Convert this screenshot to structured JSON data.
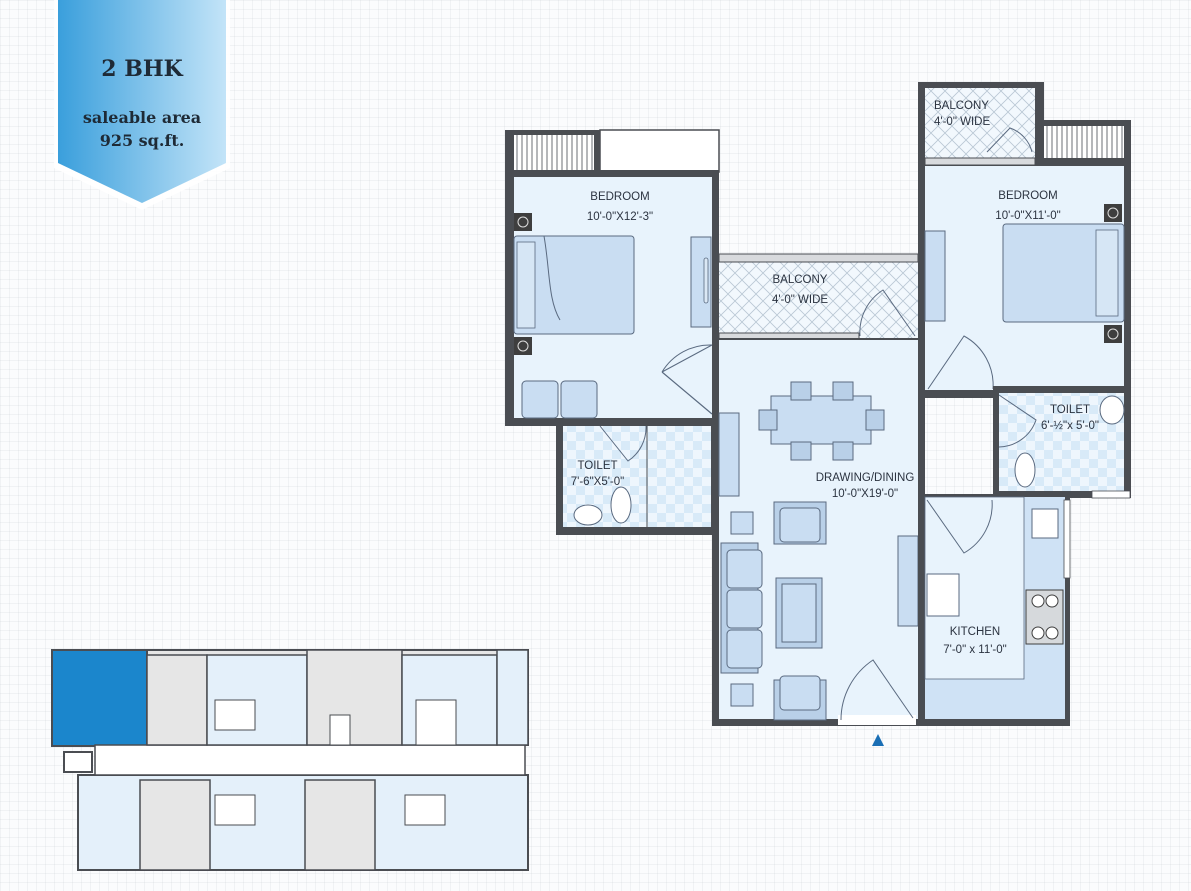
{
  "badge": {
    "title": "2 BHK",
    "line1": "saleable area",
    "line2": "925 sq.ft.",
    "gradient_start": "#3a9fdc",
    "gradient_end": "#bfe2f7"
  },
  "rooms": {
    "bedroom1": {
      "name": "BEDROOM",
      "size": "10'-0\"X12'-3\""
    },
    "bedroom2": {
      "name": "BEDROOM",
      "size": "10'-0\"X11'-0\""
    },
    "balcony_mid": {
      "name": "BALCONY",
      "size": "4'-0\" WIDE"
    },
    "balcony_top": {
      "name": "BALCONY",
      "size": "4'-0\" WIDE"
    },
    "toilet1": {
      "name": "TOILET",
      "size": "7'-6\"X5'-0\""
    },
    "toilet2": {
      "name": "TOILET",
      "size": "6'-½\"x 5'-0\""
    },
    "drawing": {
      "name": "DRAWING/DINING",
      "size": "10'-0\"X19'-0\""
    },
    "kitchen": {
      "name": "KITCHEN",
      "size": "7'-0\" x 11'-0\""
    }
  },
  "colors": {
    "wall": "#4a4d52",
    "floor": "#e8f3fc",
    "furniture": "#c9ddf2",
    "furniture_stroke": "#5a6a80",
    "entry_arrow": "#1a6fb5",
    "key_plan_highlight": "#1b86cc",
    "key_plan_other": "#e4f0fa",
    "key_plan_grey": "#e6e6e6"
  },
  "entry_marker": "entry-arrow",
  "key_plan": {
    "highlighted_unit": "top-left"
  }
}
